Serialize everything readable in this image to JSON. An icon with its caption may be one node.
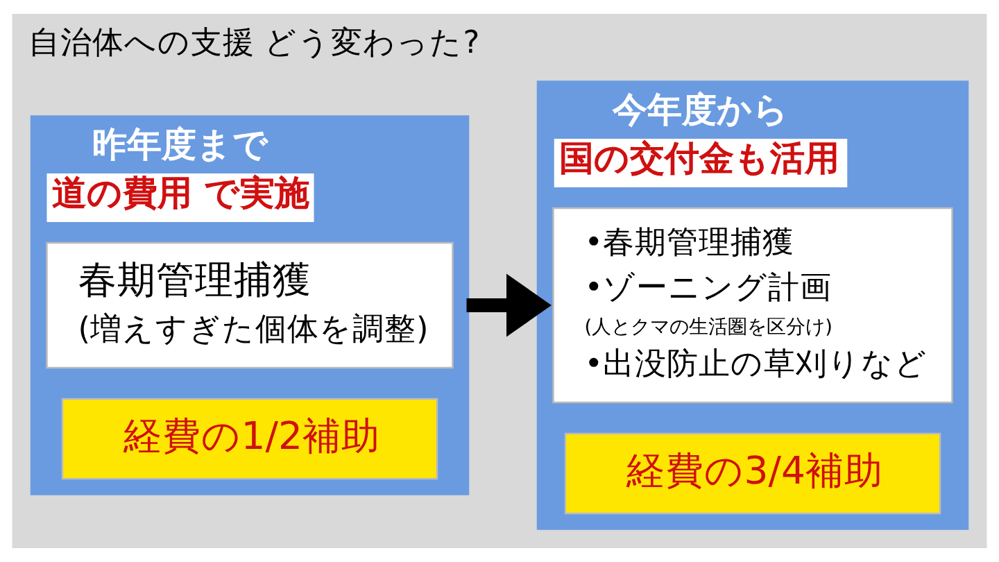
{
  "diagram": {
    "title": "自治体への支援 どう変わった?",
    "nodes": [
      {
        "text": [
          "昨年度まで",
          "道の費用 で実施"
        ]
      },
      {
        "text": [
          "春期管理捕獲",
          "(増えすぎた個体を調整)"
        ],
        "in": 0
      },
      {
        "text": [
          "経費の1/2補助"
        ],
        "in": 0
      },
      {
        "text": [
          "今年度から",
          "国の交付金も活用"
        ]
      },
      {
        "text": [
          "•春期管理捕獲",
          "•ゾーニング計画",
          "(人とクマの生活圏を区分け)",
          "•出没防止の草刈りなど"
        ],
        "in": 3
      },
      {
        "text": [
          "経費の3/4補助"
        ],
        "in": 3
      }
    ],
    "edges": [
      {
        "from": 0,
        "to": 3,
        "arrow": "to"
      }
    ]
  }
}
